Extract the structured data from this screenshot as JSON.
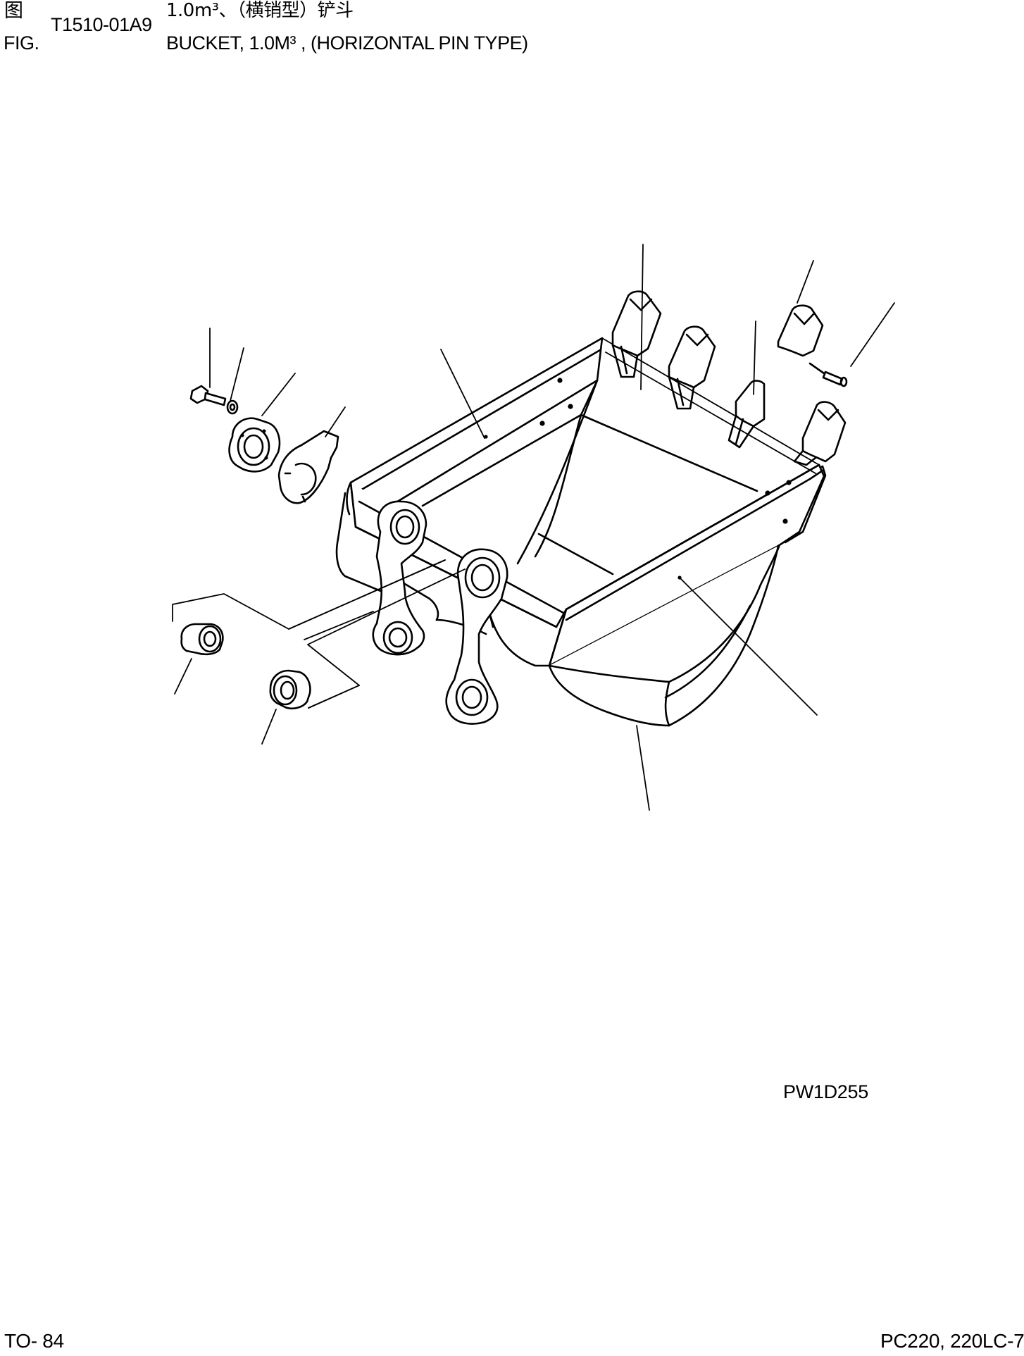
{
  "header": {
    "fig_label_cn": "图",
    "fig_label_en": "FIG.",
    "fig_number": "T1510-01A9",
    "title_cn": "1.0m³、（横销型）铲斗",
    "title_en": "BUCKET, 1.0M³ , (HORIZONTAL PIN TYPE)"
  },
  "illustration": {
    "code": "PW1D255"
  },
  "footer": {
    "page": "TO- 84",
    "model": "PC220, 220LC-7"
  }
}
